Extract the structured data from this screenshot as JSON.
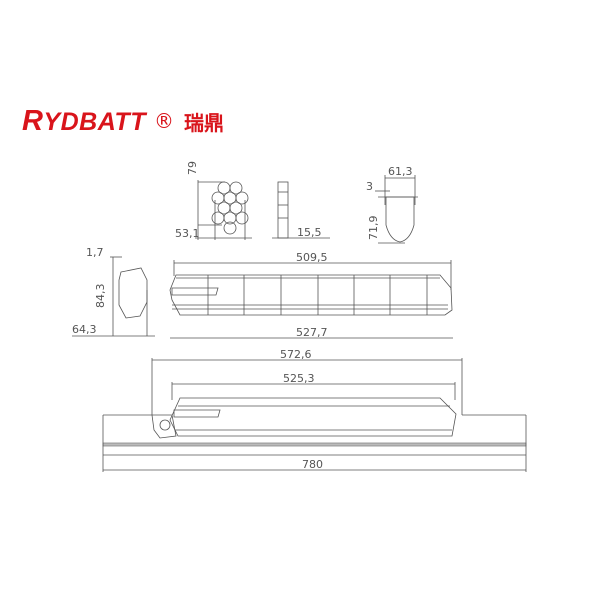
{
  "logo": {
    "brand_first": "R",
    "brand_rest": "YDBATT",
    "registered": "®",
    "chinese": "瑞鼎",
    "color": "#d9141b"
  },
  "drawing": {
    "line_color": "#555555",
    "cell_pack_view": {
      "height_label": "79",
      "width_label": "53,1"
    },
    "side_pack_view": {
      "thickness_label": "15,5"
    },
    "cross_section_right": {
      "width_label": "61,3",
      "offset_label": "3",
      "height_label": "71,9"
    },
    "cross_section_left": {
      "offset_label": "1,7",
      "height_label": "84,3",
      "width_label": "64,3"
    },
    "battery_side_view": {
      "inner_length_label": "509,5",
      "outer_length_label": "527,7"
    },
    "mounted_view": {
      "mount_length_label": "572,6",
      "battery_length_label": "525,3",
      "tube_length_label": "780"
    }
  }
}
